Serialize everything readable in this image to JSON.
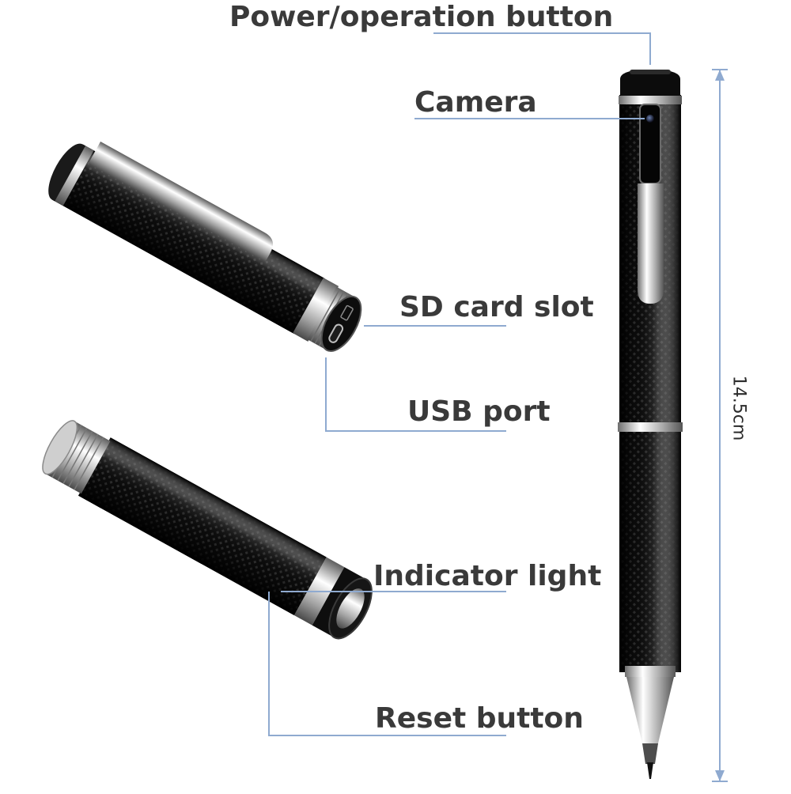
{
  "labels": {
    "power_button": "Power/operation button",
    "camera": "Camera",
    "sd_card_slot": "SD card slot",
    "usb_port": "USB port",
    "indicator_light": "Indicator light",
    "reset_button": "Reset button",
    "length": "14.5cm"
  },
  "colors": {
    "leader_line": "#8faad0",
    "pen_body": "#111111",
    "chrome": "#c8c8c8",
    "text": "#3a3a3a"
  },
  "icons": {
    "camera_lens": "camera-lens-icon",
    "usb_port": "usb-c-port-icon",
    "sd_slot": "sd-slot-icon"
  }
}
